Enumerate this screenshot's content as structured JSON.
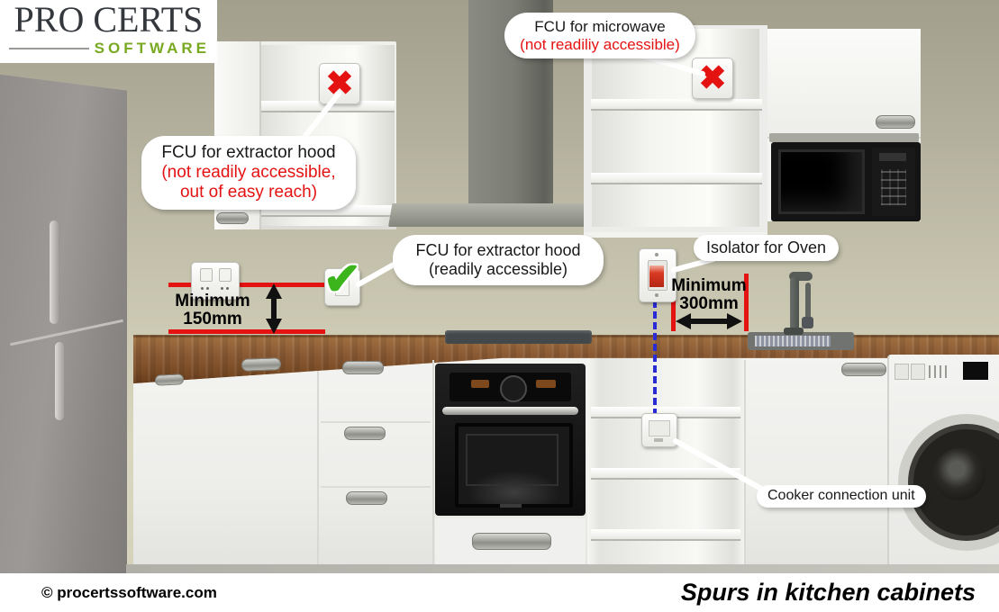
{
  "logo": {
    "name": "PRO CERTS",
    "tagline": "SOFTWARE"
  },
  "callouts": {
    "microwave": {
      "line1": "FCU for microwave",
      "line2": "(not readiliy accessible)"
    },
    "extractor_blocked": {
      "line1": "FCU for extractor hood",
      "line2": "(not readily accessible,",
      "line3": "out of easy reach)"
    },
    "extractor_ok": {
      "line1": "FCU for extractor hood",
      "line2": "(readily accessible)"
    },
    "isolator_oven": {
      "label": "Isolator for Oven"
    },
    "cooker_connection": {
      "label": "Cooker connection unit"
    }
  },
  "measurements": {
    "socket_height": {
      "word": "Minimum",
      "value": "150mm"
    },
    "oven_isolator_distance": {
      "word": "Minimum",
      "value": "300mm"
    }
  },
  "markers": {
    "cross": "✖",
    "check": "✔"
  },
  "footer": {
    "copyright": "© procertssoftware.com",
    "title": "Spurs in kitchen cabinets"
  },
  "colors": {
    "accent_red": "#e51212",
    "check_green": "#3cb51d",
    "dashed_blue": "#2b2bd6",
    "logo_green": "#79a821"
  }
}
